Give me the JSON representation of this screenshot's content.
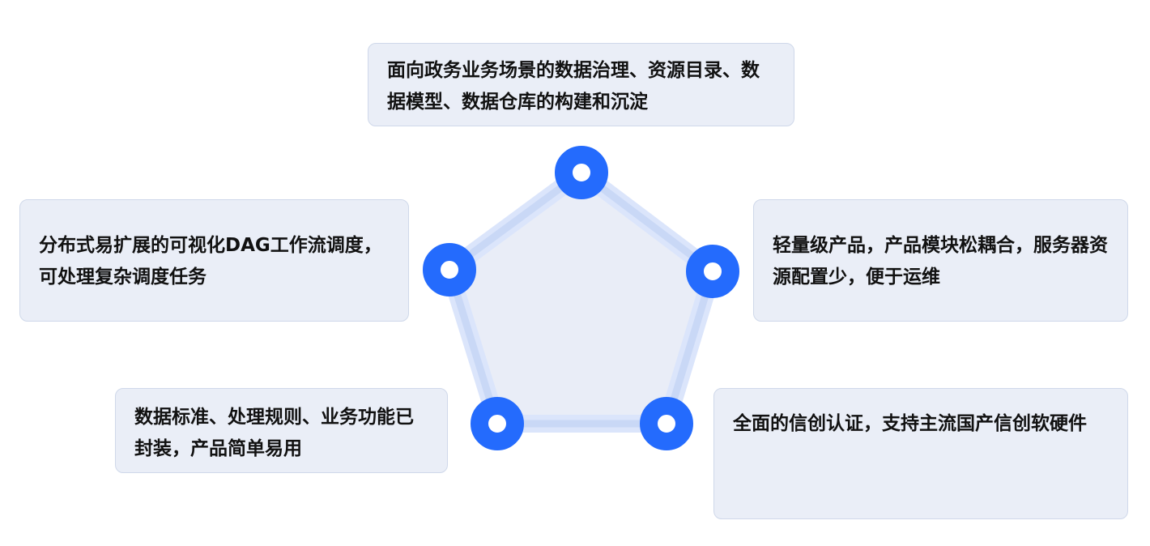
{
  "features": [
    {
      "id": "top",
      "text": "面向政务业务场景的数据治理、资源目录、数据模型、数据仓库的构建和沉淀"
    },
    {
      "id": "right",
      "text": "轻量级产品，产品模块松耦合，服务器资源配置少，便于运维"
    },
    {
      "id": "bottom-right",
      "text": "全面的信创认证，支持主流国产信创软硬件"
    },
    {
      "id": "bottom-left",
      "text": "数据标准、处理规则、业务功能已封装，产品简单易用"
    },
    {
      "id": "left",
      "text": "分布式易扩展的可视化DAG工作流调度，可处理复杂调度任务"
    }
  ],
  "colors": {
    "accent": "#246bfd",
    "box_bg": "#eaeef7",
    "edge": "#c9d8f6",
    "fill": "#e9edf7"
  }
}
